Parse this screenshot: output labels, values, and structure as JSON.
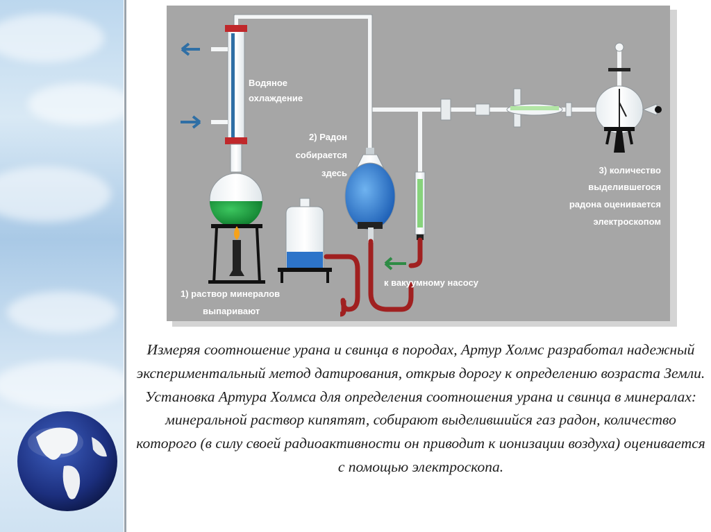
{
  "diagram": {
    "labels": {
      "water_cooling": [
        "Водяное",
        "охлаждение"
      ],
      "radon_collected": [
        "2) Радон",
        "собирается",
        "здесь"
      ],
      "radon_measured": [
        "3) количество",
        "выделившегося",
        "радона оценивается",
        "электроскопом"
      ],
      "vacuum_pump": "к вакуумному насосу",
      "minerals_evaporated": [
        "1) раствор минералов",
        "выпаривают"
      ]
    },
    "colors": {
      "background": "#a6a6a6",
      "green_solution": "#1a9b3c",
      "blue_liquid": "#1e6ecb",
      "rubber_tube": "#a02020",
      "arrow_blue": "#2f6fa5",
      "arrow_green": "#2e8b45"
    }
  },
  "caption": {
    "paragraph1": "Измеряя соотношение урана и свинца в породах, Артур Холмс разработал надежный экспериментальный метод датирования, открыв дорогу к определению возраста Земли.",
    "paragraph2": "Установка Артура Холмса для определения соотношения урана и свинца в минералах: минеральной раствор кипятят, собирают выделившийся газ радон, количество которого (в силу своей радиоактивности он приводит к ионизации воздуха) оценивается с помощью электроскопа."
  },
  "decor": {
    "globe_icon": "globe-icon"
  }
}
